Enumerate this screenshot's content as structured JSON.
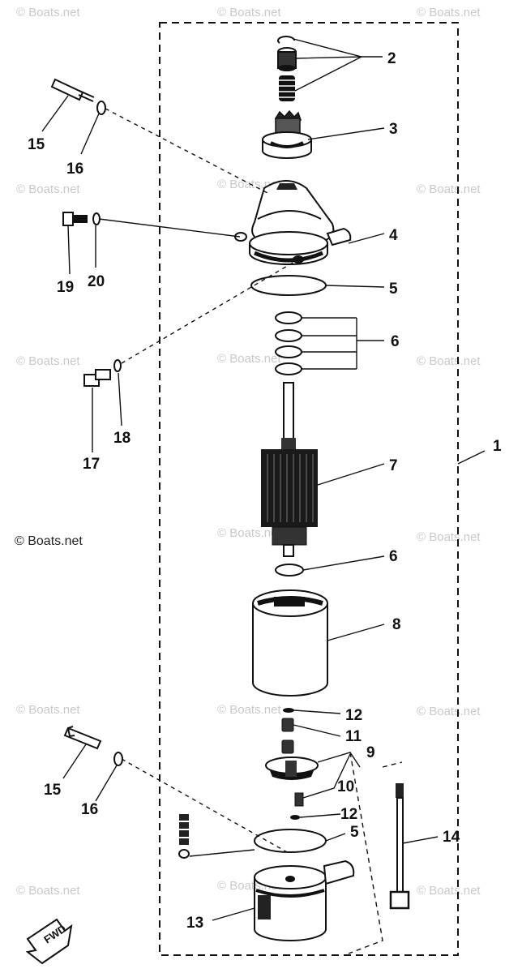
{
  "watermark": {
    "text": "© Boats.net",
    "featured_text": "© Boats.net"
  },
  "fwd_label": "FWD",
  "callouts": {
    "n1": "1",
    "n2": "2",
    "n3": "3",
    "n4": "4",
    "n5a": "5",
    "n5b": "5",
    "n6a": "6",
    "n6b": "6",
    "n7": "7",
    "n8": "8",
    "n9": "9",
    "n10": "10",
    "n11": "11",
    "n12a": "12",
    "n12b": "12",
    "n13": "13",
    "n14": "14",
    "n15a": "15",
    "n15b": "15",
    "n16a": "16",
    "n16b": "16",
    "n17": "17",
    "n18": "18",
    "n19": "19",
    "n20": "20"
  }
}
